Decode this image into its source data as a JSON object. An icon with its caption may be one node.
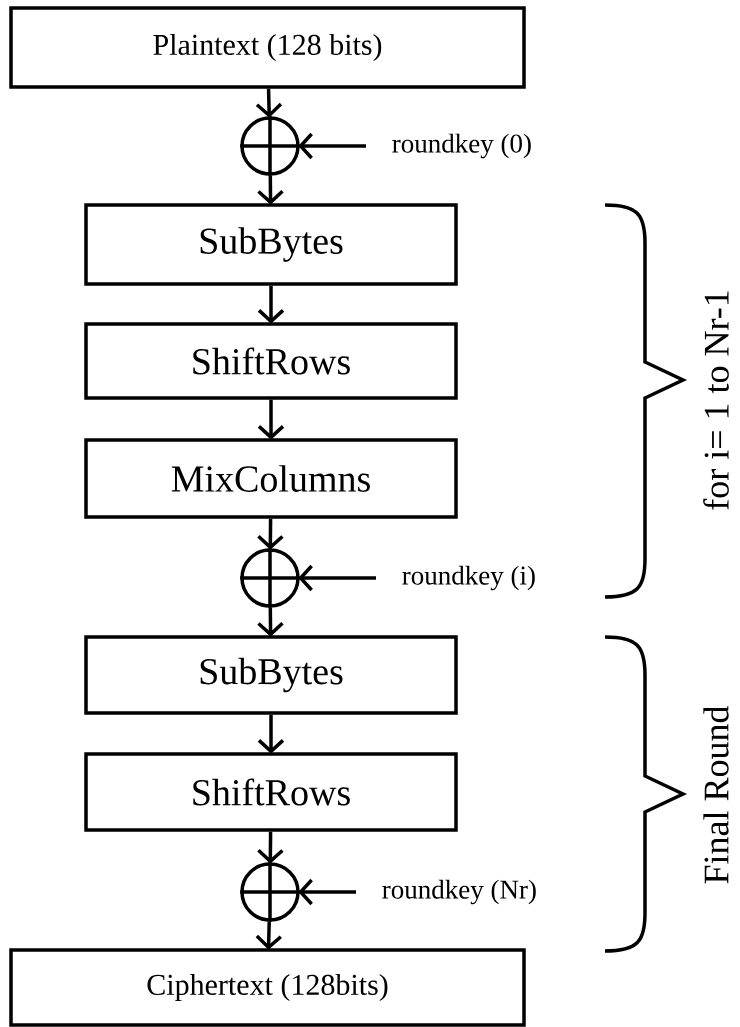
{
  "diagram": {
    "nodes": [
      {
        "text": [
          "Plaintext (128 bits)"
        ]
      },
      {
        "text": [],
        "shape": "circle"
      },
      {
        "text": [
          "roundkey (0)"
        ]
      },
      {
        "text": [
          "SubBytes"
        ]
      },
      {
        "text": [
          "ShiftRows"
        ]
      },
      {
        "text": [
          "MixColumns"
        ]
      },
      {
        "text": [],
        "shape": "circle"
      },
      {
        "text": [
          "roundkey (i)"
        ]
      },
      {
        "text": [
          "SubBytes"
        ]
      },
      {
        "text": [
          "ShiftRows"
        ]
      },
      {
        "text": [],
        "shape": "circle"
      },
      {
        "text": [
          "roundkey (Nr)"
        ]
      },
      {
        "text": [
          "Ciphertext (128bits)"
        ]
      }
    ],
    "edges": [
      {
        "from": 0,
        "to": 1,
        "arrow": "to"
      },
      {
        "from": 2,
        "to": 1,
        "arrow": "to"
      },
      {
        "from": 1,
        "to": 3,
        "arrow": "to"
      },
      {
        "from": 3,
        "to": 4,
        "arrow": "to"
      },
      {
        "from": 4,
        "to": 5,
        "arrow": "to"
      },
      {
        "from": 5,
        "to": 6,
        "arrow": "to"
      },
      {
        "from": 7,
        "to": 6,
        "arrow": "to"
      },
      {
        "from": 6,
        "to": 8,
        "arrow": "to"
      },
      {
        "from": 8,
        "to": 9,
        "arrow": "to"
      },
      {
        "from": 9,
        "to": 10,
        "arrow": "to"
      },
      {
        "from": 11,
        "to": 10,
        "arrow": "to"
      },
      {
        "from": 10,
        "to": 12,
        "arrow": "to"
      }
    ],
    "labels": [
      "for i= 1 to Nr-1",
      "Final Round"
    ]
  }
}
